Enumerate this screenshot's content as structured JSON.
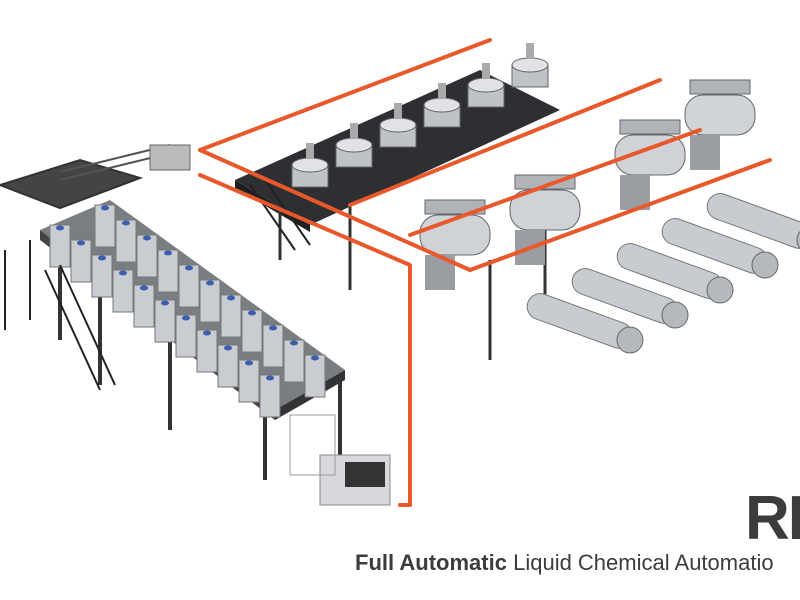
{
  "brand": {
    "logo_text": "RD"
  },
  "tagline": {
    "bold": "Full Automatic",
    "regular": "Liquid Chemical Automatio"
  },
  "colors": {
    "pipe": "#e8582a",
    "steel": "#3a3d42",
    "tank": "#c9ccd0",
    "cap": "#3a5fb0",
    "text": "#3c3c3c"
  }
}
